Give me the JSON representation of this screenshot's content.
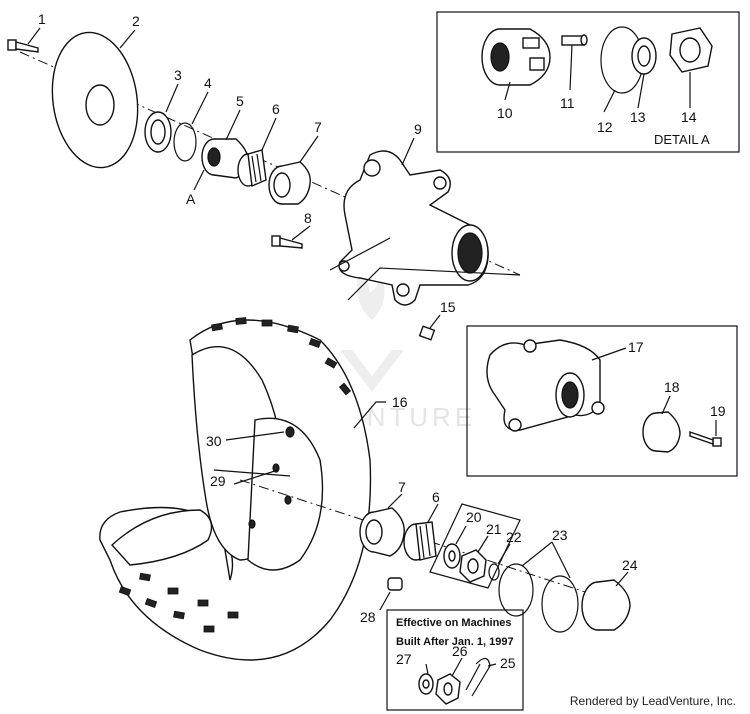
{
  "watermark": "LEADVENTURE",
  "footer": "Rendered by LeadVenture, Inc.",
  "detail_a": {
    "title": "DETAIL A",
    "labels": [
      "10",
      "11",
      "12",
      "13",
      "14"
    ]
  },
  "effective_box": {
    "line1": "Effective on Machines",
    "line2": "Built After Jan. 1, 1997",
    "labels": [
      "27",
      "26",
      "25"
    ]
  },
  "assembly_ref": "A",
  "callouts": [
    "1",
    "2",
    "3",
    "4",
    "5",
    "6",
    "7",
    "8",
    "9",
    "15",
    "16",
    "17",
    "18",
    "19",
    "30",
    "29",
    "7",
    "6",
    "20",
    "21",
    "22",
    "23",
    "24",
    "28"
  ]
}
